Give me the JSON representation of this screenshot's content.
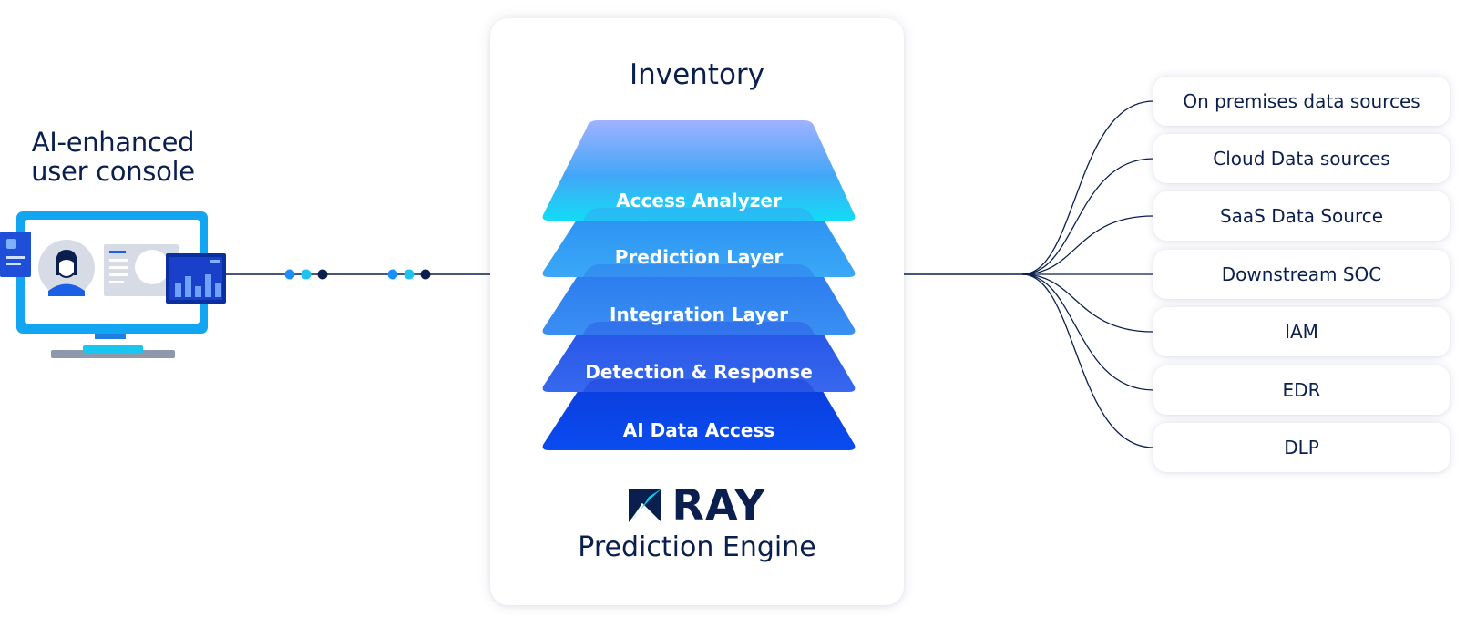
{
  "console": {
    "title_line1": "AI-enhanced",
    "title_line2": "user console"
  },
  "engine": {
    "inventory_title": "Inventory",
    "layers": [
      "Access Analyzer",
      "Prediction Layer",
      "Integration Layer",
      "Detection & Response",
      "AI Data Access"
    ],
    "brand_name": "RAY",
    "engine_name": "Prediction Engine"
  },
  "sources": [
    "On premises data sources",
    "Cloud Data sources",
    "SaaS Data Source",
    "Downstream SOC",
    "IAM",
    "EDR",
    "DLP"
  ],
  "colors": {
    "navy": "#0b1f4f",
    "accent_cyan": "#18c6f0",
    "accent_blue": "#1a8ff5",
    "deep_blue": "#0a3fe0"
  },
  "icons": {
    "console": "monitor-dashboard-icon",
    "brand": "ray-logo-icon"
  }
}
